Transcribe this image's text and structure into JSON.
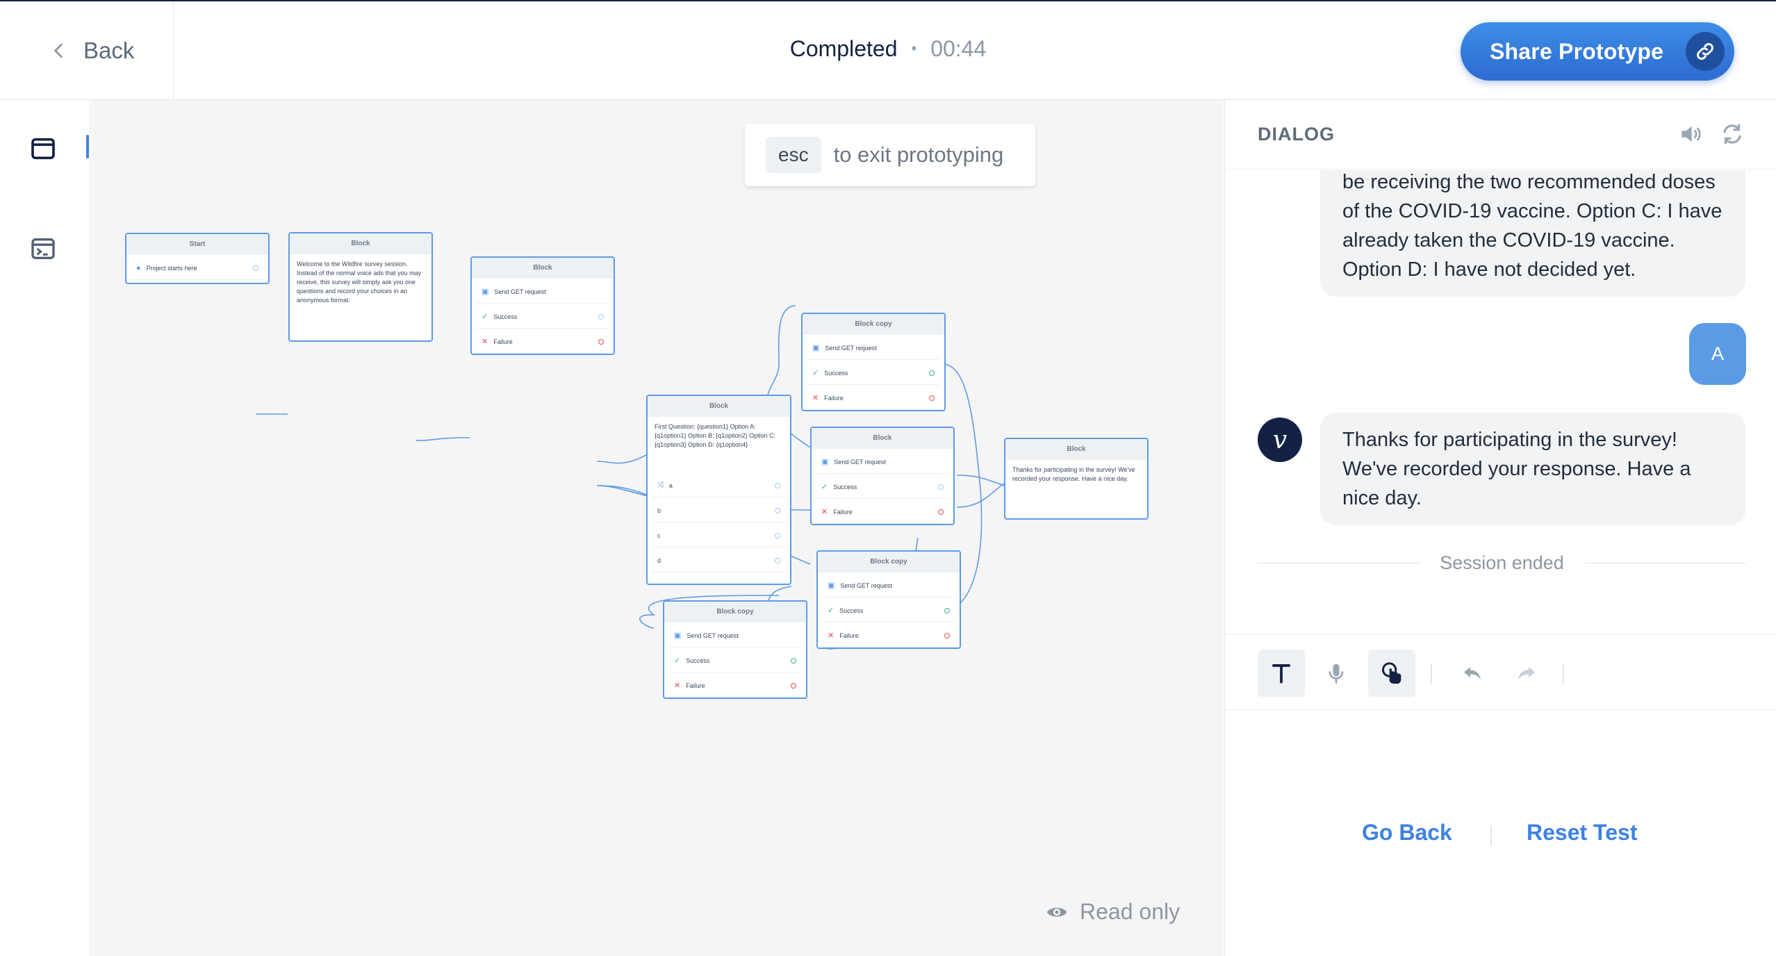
{
  "header": {
    "back_label": "Back",
    "status_label": "Completed",
    "separator": "•",
    "elapsed": "00:44",
    "share_label": "Share Prototype"
  },
  "canvas": {
    "esc_key": "esc",
    "esc_text": "to exit prototyping",
    "read_only_label": "Read only",
    "nodes": {
      "start": {
        "title": "Start",
        "row": "Project starts here"
      },
      "welcome": {
        "title": "Block",
        "text": "Welcome to the Wildfire survey session. Instead of the normal voice ads that you may receive, this survey will simply ask you one questions and record your choices in an anonymous format."
      },
      "get1": {
        "title": "Block",
        "row1": "Send GET request",
        "row2": "Success",
        "row3": "Failure"
      },
      "question": {
        "title": "Block",
        "text": "First Question: {question1} Option A: {q1option1} Option B: {q1option2} Option C: {q1option3} Option D: {q1option4}",
        "choices": [
          "a",
          "b",
          "c",
          "d"
        ]
      },
      "copy_top": {
        "title": "Block copy",
        "row1": "Send GET request",
        "row2": "Success",
        "row3": "Failure"
      },
      "get_mid": {
        "title": "Block",
        "row1": "Send GET request",
        "row2": "Success",
        "row3": "Failure"
      },
      "copy_right": {
        "title": "Block copy",
        "row1": "Send GET request",
        "row2": "Success",
        "row3": "Failure"
      },
      "copy_bottom": {
        "title": "Block copy",
        "row1": "Send GET request",
        "row2": "Success",
        "row3": "Failure"
      },
      "thanks": {
        "title": "Block",
        "text": "Thanks for participating in the survey! We've recorded your response. Have a nice day."
      }
    }
  },
  "dialog": {
    "title": "DIALOG",
    "messages": {
      "prev_system": "be receiving the two recommended doses of the COVID-19 vaccine. Option C: I have already taken the COVID-19 vaccine. Option D: I have not decided yet.",
      "user_reply": "A",
      "system_reply": "Thanks for participating in the survey! We've recorded your response. Have a nice day.",
      "avatar_letter": "v"
    },
    "session_ended": "Session ended",
    "go_back": "Go Back",
    "reset_test": "Reset Test"
  },
  "colors": {
    "accent": "#3d82e2",
    "dark": "#132144",
    "bubble": "#f2f3f4",
    "user_bubble": "#5b9be6"
  },
  "icons": [
    "chevron-left-icon",
    "link-icon",
    "window-icon",
    "terminal-icon",
    "eye-icon",
    "volume-icon",
    "refresh-icon",
    "text-mode-icon",
    "microphone-icon",
    "touch-icon",
    "undo-icon",
    "redo-icon"
  ]
}
